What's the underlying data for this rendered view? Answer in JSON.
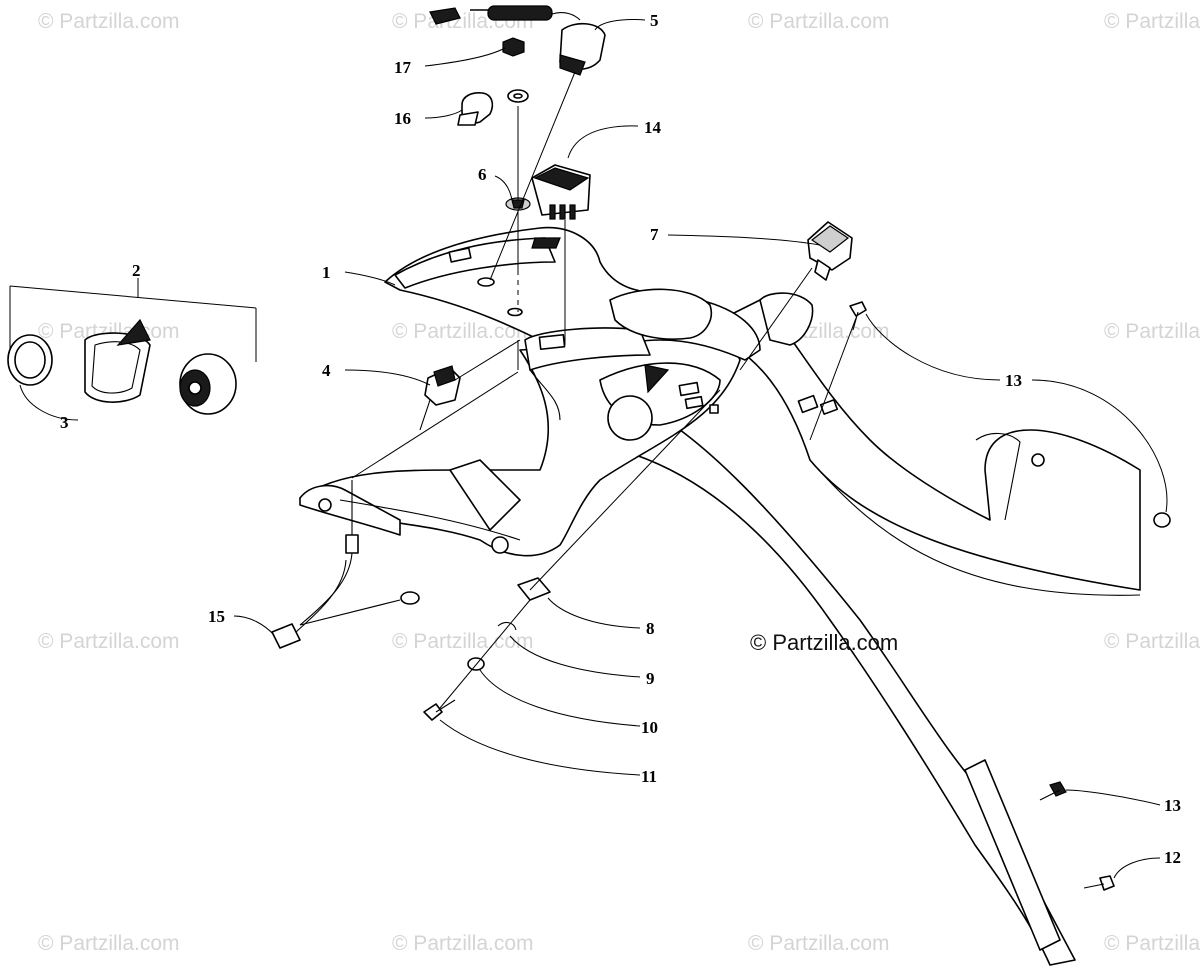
{
  "watermark": {
    "text": "© Partzilla.com"
  },
  "copyright": {
    "text": "© Partzilla.com"
  },
  "callouts": {
    "c1": "1",
    "c2": "2",
    "c3": "3",
    "c4": "4",
    "c5": "5",
    "c6": "6",
    "c7": "7",
    "c8": "8",
    "c9": "9",
    "c10": "10",
    "c11": "11",
    "c12": "12",
    "c13a": "13",
    "c13b": "13",
    "c14": "14",
    "c15": "15",
    "c16": "16",
    "c17": "17"
  }
}
